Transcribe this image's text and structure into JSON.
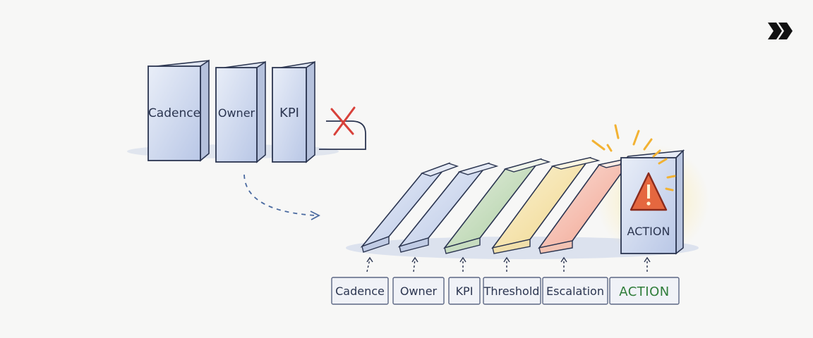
{
  "before": {
    "dominoes": [
      {
        "label": "Cadence"
      },
      {
        "label": "Owner"
      },
      {
        "label": "KPI"
      }
    ]
  },
  "after": {
    "action_domino_label": "ACTION",
    "captions": [
      {
        "label": "Cadence"
      },
      {
        "label": "Owner"
      },
      {
        "label": "KPI"
      },
      {
        "label": "Threshold"
      },
      {
        "label": "Escalation"
      },
      {
        "label": "ACTION"
      }
    ]
  },
  "colors": {
    "ink": "#2b3550",
    "cross": "#d8413a",
    "accent_text": "#2f7d3a",
    "warning_fill": "#e5673f",
    "burst": "#f2b233",
    "arrow": "#4a6aa0"
  },
  "icons": [
    "next-chevrons-icon",
    "cross-mark-icon",
    "warning-triangle-icon",
    "curved-dashed-arrow-icon"
  ]
}
